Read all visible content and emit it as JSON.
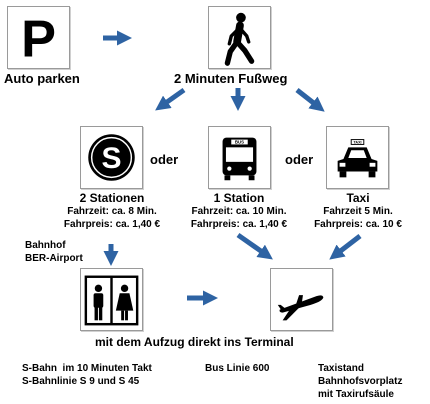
{
  "nodes": {
    "park": {
      "label": "Auto parken",
      "icon": "parking-sign-icon",
      "glyph": "P"
    },
    "walk": {
      "label": "2 Minuten Fußweg",
      "icon": "pedestrian-icon"
    },
    "sbahn": {
      "title": "2 Stationen",
      "line1": "Fahrzeit: ca. 8 Min.",
      "line2": "Fahrpreis: ca. 1,40 €",
      "icon": "s-bahn-logo-icon",
      "glyph": "S"
    },
    "bus": {
      "title": "1 Station",
      "line1": "Fahrzeit: ca. 10 Min.",
      "line2": "Fahrpreis: ca. 1,40 €",
      "icon": "bus-icon",
      "sign": "BUS"
    },
    "taxi": {
      "title": "Taxi",
      "line1": "Fahrzeit 5 Min.",
      "line2": "Fahrpreis: ca. 10 €",
      "icon": "taxi-icon",
      "sign": "TAXI"
    },
    "station": {
      "line1": "Bahnhof",
      "line2": "BER-Airport"
    },
    "elevator": {
      "label": "mit dem Aufzug direkt ins Terminal",
      "icon": "elevator-icon"
    },
    "plane": {
      "icon": "airplane-icon"
    }
  },
  "connectors": {
    "or1": "oder",
    "or2": "oder"
  },
  "footer": {
    "sbahn": {
      "line1": "S-Bahn  im 10 Minuten Takt",
      "line2": "S-Bahnlinie S 9 und S 45"
    },
    "bus": {
      "line1": "Bus Linie 600"
    },
    "taxi": {
      "line1": "Taxistand",
      "line2": "Bahnhofsvorplatz",
      "line3": "mit Taxirufsäule"
    }
  },
  "colors": {
    "arrow": "#2e63a3",
    "box_border": "#9a9a9a",
    "text": "#000000",
    "background": "#ffffff"
  }
}
